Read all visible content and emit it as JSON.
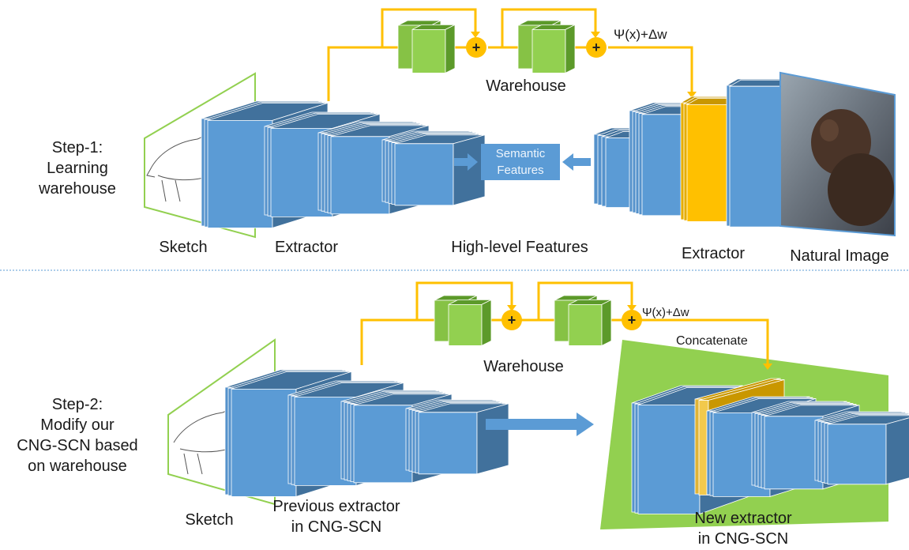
{
  "colors": {
    "blue_front": "#5b9bd5",
    "blue_top": "#41719c",
    "blue_side": "#3d6e9e",
    "green": "#92d050",
    "green_dark": "#5c9a2a",
    "gold": "#ffc000",
    "divider": "#5b9bd5"
  },
  "step1": {
    "label_lines": [
      "Step-1:",
      "Learning",
      "warehouse"
    ],
    "sketch_label": "Sketch",
    "extractor_left_label": "Extractor",
    "high_level_label": "High-level Features",
    "semantic_lines": [
      "Semantic",
      "Features"
    ],
    "extractor_right_label": "Extractor",
    "natural_image_label": "Natural Image",
    "warehouse_label": "Warehouse",
    "formula": "Ψ(x)+Δw",
    "plus_symbol": "+"
  },
  "step2": {
    "label_lines": [
      "Step-2:",
      "Modify our",
      "CNG-SCN based",
      "on warehouse"
    ],
    "sketch_label": "Sketch",
    "previous_lines": [
      "Previous extractor",
      "in CNG-SCN"
    ],
    "warehouse_label": "Warehouse",
    "formula": "Ψ(x)+Δw",
    "concatenate_label": "Concatenate",
    "new_lines": [
      "New extractor",
      "in CNG-SCN"
    ],
    "plus_symbol": "+"
  }
}
